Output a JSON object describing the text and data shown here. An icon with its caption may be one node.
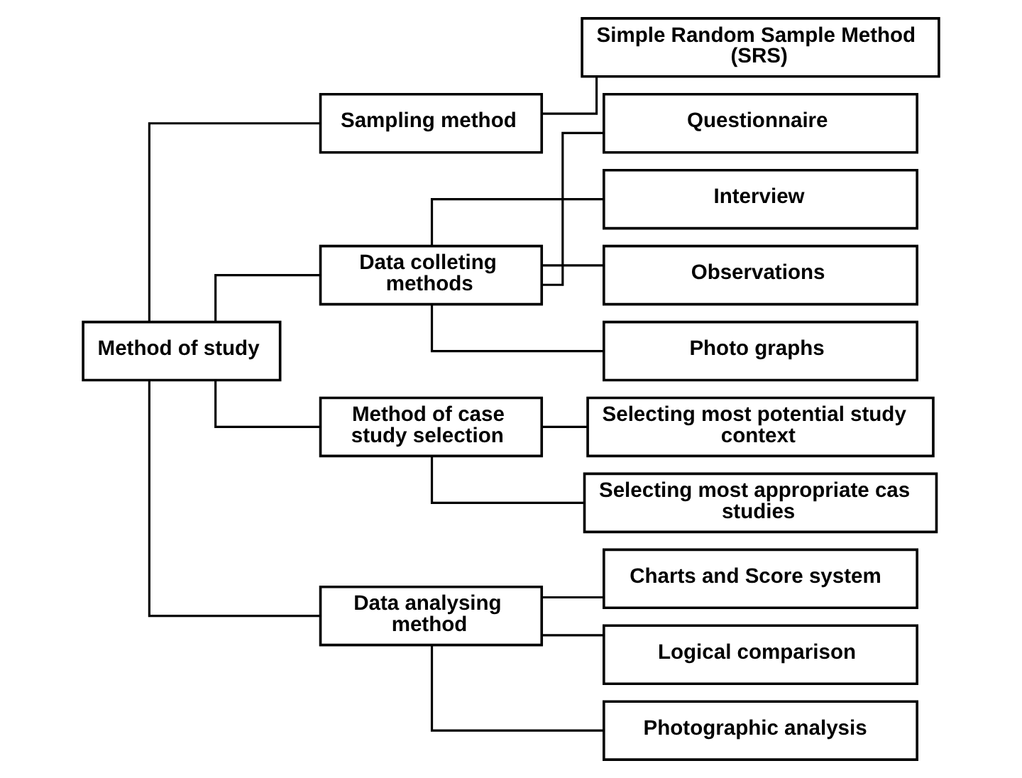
{
  "diagram": {
    "nodes": [
      {
        "text": [
          "Method of study"
        ]
      },
      {
        "text": [
          "Sampling method"
        ]
      },
      {
        "text": [
          "Data colleting methods"
        ]
      },
      {
        "text": [
          "Method of case study selection"
        ]
      },
      {
        "text": [
          "Data analysing method"
        ]
      },
      {
        "text": [
          "Simple Random Sample Method (SRS)"
        ]
      },
      {
        "text": [
          "Questionnaire"
        ]
      },
      {
        "text": [
          "Interview"
        ]
      },
      {
        "text": [
          "Observations"
        ]
      },
      {
        "text": [
          "Photo graphs"
        ]
      },
      {
        "text": [
          "Selecting most potential study context"
        ]
      },
      {
        "text": [
          "Selecting most appropriate cas studies"
        ]
      },
      {
        "text": [
          "Charts and Score system"
        ]
      },
      {
        "text": [
          "Logical comparison"
        ]
      },
      {
        "text": [
          "Photographic analysis"
        ]
      }
    ],
    "edges": [
      {
        "from": 0,
        "to": 1,
        "arrow": "none"
      },
      {
        "from": 0,
        "to": 2,
        "arrow": "none"
      },
      {
        "from": 0,
        "to": 3,
        "arrow": "none"
      },
      {
        "from": 0,
        "to": 4,
        "arrow": "none"
      },
      {
        "from": 1,
        "to": 5,
        "arrow": "none"
      },
      {
        "from": 2,
        "to": 6,
        "arrow": "none"
      },
      {
        "from": 2,
        "to": 7,
        "arrow": "none"
      },
      {
        "from": 2,
        "to": 8,
        "arrow": "none"
      },
      {
        "from": 2,
        "to": 9,
        "arrow": "none"
      },
      {
        "from": 3,
        "to": 10,
        "arrow": "none"
      },
      {
        "from": 3,
        "to": 11,
        "arrow": "none"
      },
      {
        "from": 4,
        "to": 12,
        "arrow": "none"
      },
      {
        "from": 4,
        "to": 13,
        "arrow": "none"
      },
      {
        "from": 4,
        "to": 14,
        "arrow": "none"
      }
    ]
  }
}
